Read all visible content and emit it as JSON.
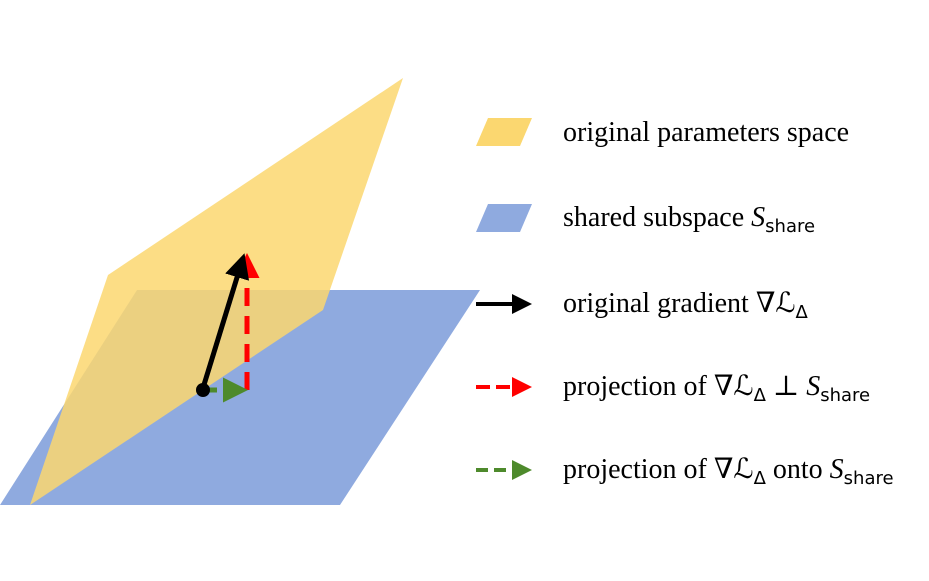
{
  "colors": {
    "original_space": "#fbd770",
    "shared_subspace": "#8faadf",
    "overlap": "#dcc27f",
    "original_gradient": "#000000",
    "orthogonal_projection": "#ff0000",
    "subspace_projection": "#4e8a2c"
  },
  "legend": {
    "original_space": {
      "label": "original parameters space"
    },
    "shared_subspace": {
      "label_prefix": "shared subspace ",
      "symbol": "S",
      "subscript": "share"
    },
    "original_gradient": {
      "label_prefix": "original gradient ",
      "symbol": "∇ℒ",
      "subscript": "Δ"
    },
    "orthogonal_projection": {
      "label_prefix": "projection of ",
      "symbol": "∇ℒ",
      "subscript": "Δ",
      "relation": " ⊥ ",
      "target_symbol": "S",
      "target_subscript": "share"
    },
    "subspace_projection": {
      "label_prefix": "projection of ",
      "symbol": "∇ℒ",
      "subscript": "Δ",
      "relation": " onto ",
      "target_symbol": "S",
      "target_subscript": "share"
    }
  }
}
